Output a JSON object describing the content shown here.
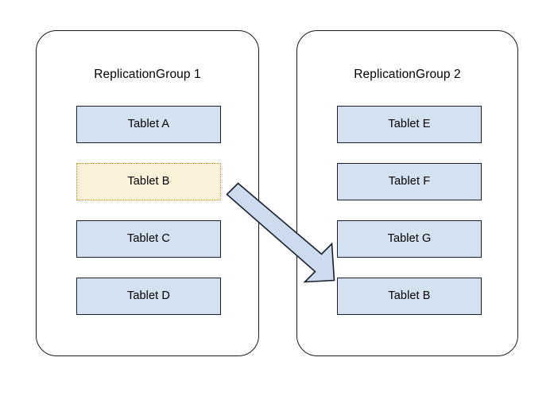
{
  "diagram": {
    "background_color": "#ffffff",
    "groups": [
      {
        "name": "group-left",
        "title": "ReplicationGroup 1",
        "tablets": [
          {
            "label": "Tablet A",
            "state": "normal"
          },
          {
            "label": "Tablet B",
            "state": "highlighted"
          },
          {
            "label": "Tablet C",
            "state": "normal"
          },
          {
            "label": "Tablet D",
            "state": "normal"
          }
        ]
      },
      {
        "name": "group-right",
        "title": "ReplicationGroup 2",
        "tablets": [
          {
            "label": "Tablet E",
            "state": "normal"
          },
          {
            "label": "Tablet F",
            "state": "normal"
          },
          {
            "label": "Tablet G",
            "state": "normal"
          },
          {
            "label": "Tablet B",
            "state": "normal"
          }
        ]
      }
    ],
    "arrow": {
      "name": "move-arrow",
      "direction": "left-to-right-downward",
      "fill_color": "#ccdcee",
      "stroke_color": "#16202e"
    },
    "colors": {
      "tablet_fill": "#d4e1f0",
      "tablet_border": "#16202e",
      "highlight_fill": "#fcf2da",
      "highlight_border": "#b8860b",
      "group_border": "#1a1a1a"
    }
  }
}
